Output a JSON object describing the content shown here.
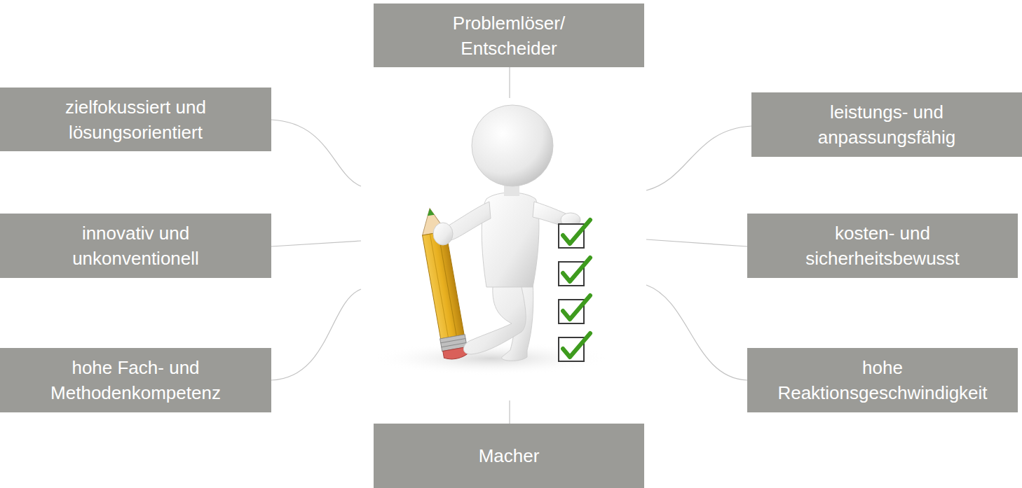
{
  "diagram": {
    "nodes": [
      {
        "text": [
          "Problemlöser/ Entscheider"
        ]
      },
      {
        "text": [
          "zielfokussiert und lösungsorientiert"
        ]
      },
      {
        "text": [
          "leistungs- und anpassungsfähig"
        ]
      },
      {
        "text": [
          "innovativ und unkonventionell"
        ]
      },
      {
        "text": [
          "kosten- und sicherheitsbewusst"
        ]
      },
      {
        "text": [
          "hohe Fach- und Methodenkompetenz"
        ]
      },
      {
        "text": [
          "hohe Reaktionsgeschwindigkeit"
        ]
      },
      {
        "text": [
          "Macher"
        ]
      }
    ]
  }
}
